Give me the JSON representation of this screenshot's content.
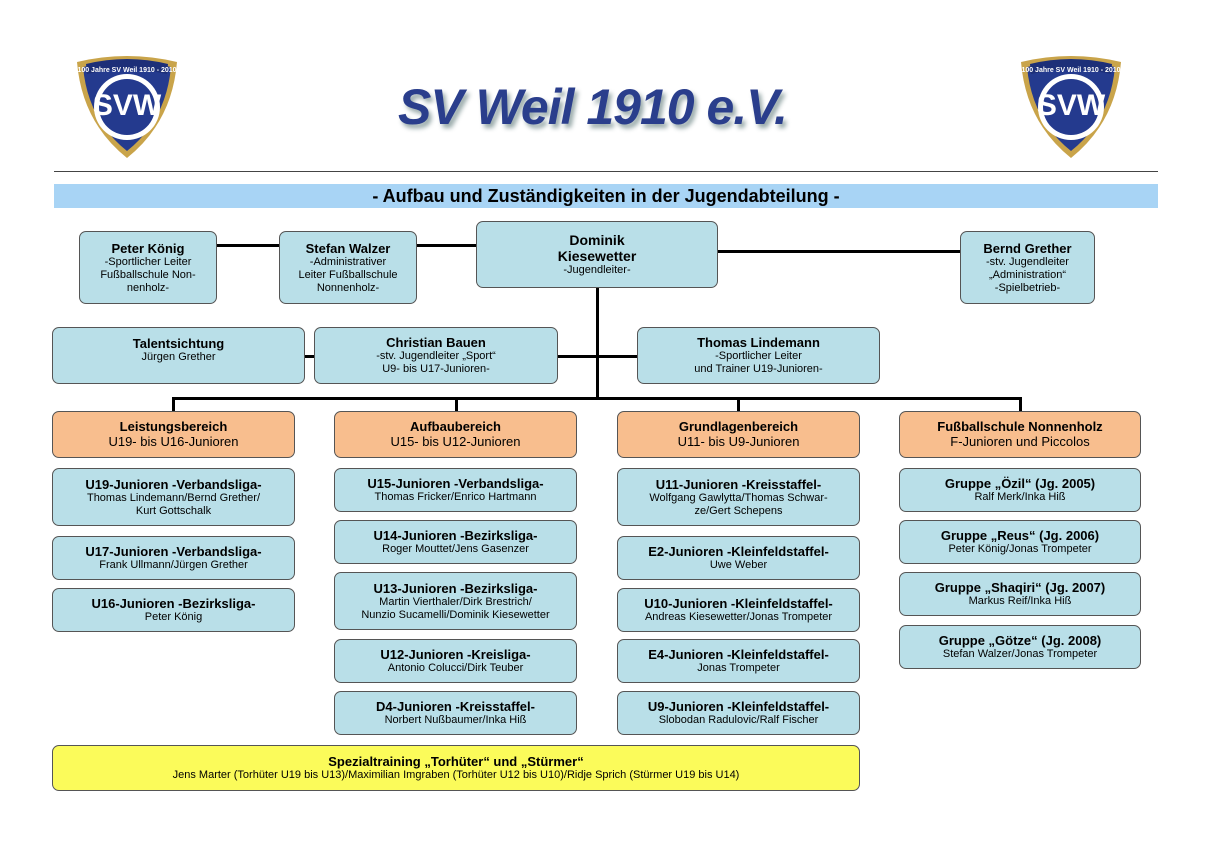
{
  "header": {
    "title": "SV Weil 1910 e.V.",
    "subtitle": "- Aufbau und Zuständigkeiten in der Jugendabteilung -",
    "logo_text": "100 Jahre SV Weil 1910 - 2010",
    "logo_letters": "SVW"
  },
  "colors": {
    "box": "#b9dfe8",
    "header_box": "#f8be8e",
    "special": "#fbfb5a",
    "band": "#a8d4f5",
    "title": "#2a3e8c"
  },
  "top": {
    "peter": {
      "name": "Peter König",
      "role": "-Sportlicher Leiter\nFußballschule Non-\nnenholz-"
    },
    "stefan": {
      "name": "Stefan Walzer",
      "role": "-Administrativer\nLeiter Fußballschule\nNonnenholz-"
    },
    "dominik": {
      "name": "Dominik\nKiesewetter",
      "role": "-Jugendleiter-"
    },
    "bernd": {
      "name": "Bernd Grether",
      "role": "-stv. Jugendleiter\n„Administration“\n-Spielbetrieb-"
    }
  },
  "second": {
    "talent": {
      "name": "Talentsichtung",
      "role": "Jürgen Grether"
    },
    "christian": {
      "name": "Christian Bauen",
      "role": "-stv. Jugendleiter „Sport“\nU9- bis U17-Junioren-"
    },
    "thomas": {
      "name": "Thomas Lindemann",
      "role": "-Sportlicher Leiter\nund Trainer U19-Junioren-"
    }
  },
  "areas": [
    {
      "name": "Leistungsbereich",
      "range": "U19- bis U16-Junioren",
      "teams": [
        {
          "name": "U19-Junioren -Verbandsliga-",
          "staff": "Thomas Lindemann/Bernd Grether/\nKurt Gottschalk"
        },
        {
          "name": "U17-Junioren -Verbandsliga-",
          "staff": "Frank Ullmann/Jürgen Grether"
        },
        {
          "name": "U16-Junioren -Bezirksliga-",
          "staff": "Peter König"
        }
      ]
    },
    {
      "name": "Aufbaubereich",
      "range": "U15- bis U12-Junioren",
      "teams": [
        {
          "name": "U15-Junioren -Verbandsliga-",
          "staff": "Thomas Fricker/Enrico Hartmann"
        },
        {
          "name": "U14-Junioren -Bezirksliga-",
          "staff": "Roger Mouttet/Jens Gasenzer"
        },
        {
          "name": "U13-Junioren -Bezirksliga-",
          "staff": "Martin Vierthaler/Dirk Brestrich/\nNunzio Sucamelli/Dominik Kiesewetter"
        },
        {
          "name": "U12-Junioren -Kreisliga-",
          "staff": "Antonio Colucci/Dirk Teuber"
        },
        {
          "name": "D4-Junioren -Kreisstaffel-",
          "staff": "Norbert Nußbaumer/Inka Hiß"
        }
      ]
    },
    {
      "name": "Grundlagenbereich",
      "range": "U11- bis U9-Junioren",
      "teams": [
        {
          "name": "U11-Junioren -Kreisstaffel-",
          "staff": "Wolfgang Gawlytta/Thomas Schwar-\nze/Gert Schepens"
        },
        {
          "name": "E2-Junioren -Kleinfeldstaffel-",
          "staff": "Uwe Weber"
        },
        {
          "name": "U10-Junioren -Kleinfeldstaffel-",
          "staff": "Andreas Kiesewetter/Jonas Trompeter"
        },
        {
          "name": "E4-Junioren -Kleinfeldstaffel-",
          "staff": "Jonas Trompeter"
        },
        {
          "name": "U9-Junioren -Kleinfeldstaffel-",
          "staff": "Slobodan Radulovic/Ralf Fischer"
        }
      ]
    },
    {
      "name": "Fußballschule Nonnenholz",
      "range": "F-Junioren und Piccolos",
      "teams": [
        {
          "name": "Gruppe „Özil“ (Jg. 2005)",
          "staff": "Ralf Merk/Inka Hiß"
        },
        {
          "name": "Gruppe „Reus“ (Jg. 2006)",
          "staff": "Peter König/Jonas Trompeter"
        },
        {
          "name": "Gruppe „Shaqiri“ (Jg. 2007)",
          "staff": "Markus Reif/Inka Hiß"
        },
        {
          "name": "Gruppe „Götze“ (Jg. 2008)",
          "staff": "Stefan Walzer/Jonas Trompeter"
        }
      ]
    }
  ],
  "special": {
    "name": "Spezialtraining „Torhüter“ und „Stürmer“",
    "staff": "Jens Marter (Torhüter U19 bis U13)/Maximilian Imgraben (Torhüter U12 bis U10)/Ridje Sprich (Stürmer U19 bis U14)"
  }
}
